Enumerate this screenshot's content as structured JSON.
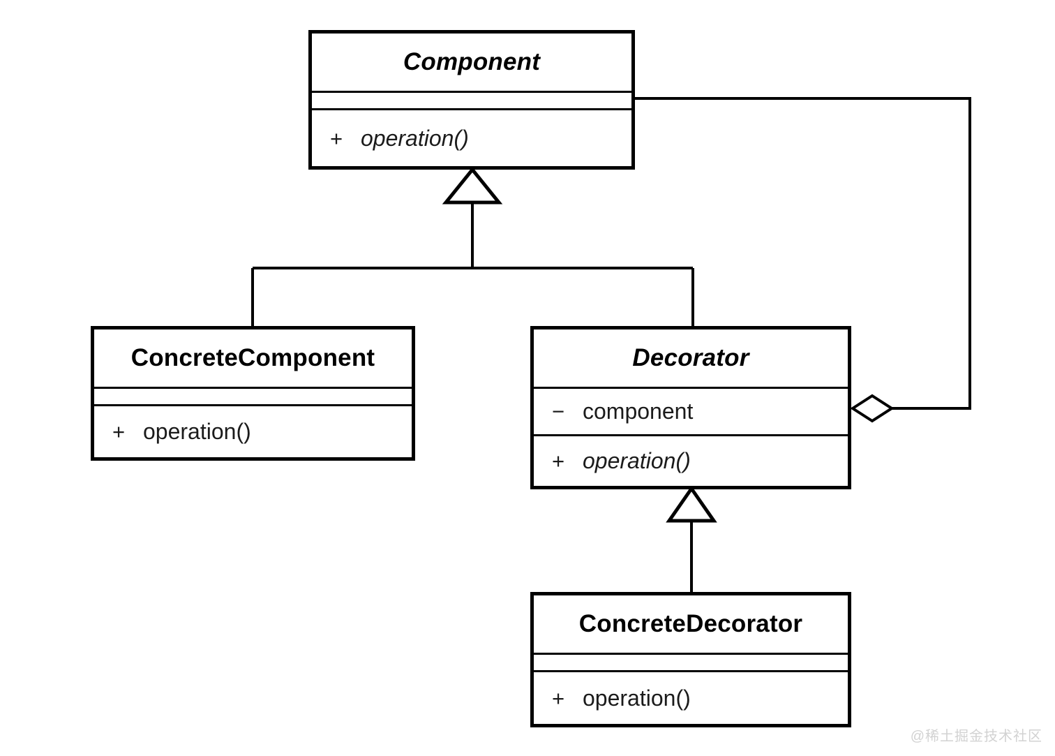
{
  "diagram": {
    "kind": "uml-class-diagram",
    "pattern_title": "Decorator",
    "background_color": "#ffffff",
    "line_color": "#000000"
  },
  "classes": {
    "component": {
      "name": "Component",
      "abstract": true,
      "attributes": [],
      "methods": [
        {
          "visibility": "+",
          "label": "operation()",
          "abstract": true
        }
      ]
    },
    "concrete_component": {
      "name": "ConcreteComponent",
      "abstract": false,
      "attributes": [],
      "methods": [
        {
          "visibility": "+",
          "label": "operation()",
          "abstract": false
        }
      ]
    },
    "decorator": {
      "name": "Decorator",
      "abstract": true,
      "attributes": [
        {
          "visibility": "−",
          "label": "component"
        }
      ],
      "methods": [
        {
          "visibility": "+",
          "label": "operation()",
          "abstract": true
        }
      ]
    },
    "concrete_decorator": {
      "name": "ConcreteDecorator",
      "abstract": false,
      "attributes": [],
      "methods": [
        {
          "visibility": "+",
          "label": "operation()",
          "abstract": false
        }
      ]
    }
  },
  "relationships": [
    {
      "type": "generalization",
      "from": "ConcreteComponent",
      "to": "Component",
      "arrowhead": "hollow-triangle"
    },
    {
      "type": "generalization",
      "from": "Decorator",
      "to": "Component",
      "arrowhead": "hollow-triangle"
    },
    {
      "type": "generalization",
      "from": "ConcreteDecorator",
      "to": "Decorator",
      "arrowhead": "hollow-triangle"
    },
    {
      "type": "aggregation",
      "from": "Decorator",
      "to": "Component",
      "arrowhead": "hollow-diamond"
    }
  ],
  "watermark": {
    "text": "@稀土掘金技术社区",
    "color": "#d2d2d2"
  }
}
